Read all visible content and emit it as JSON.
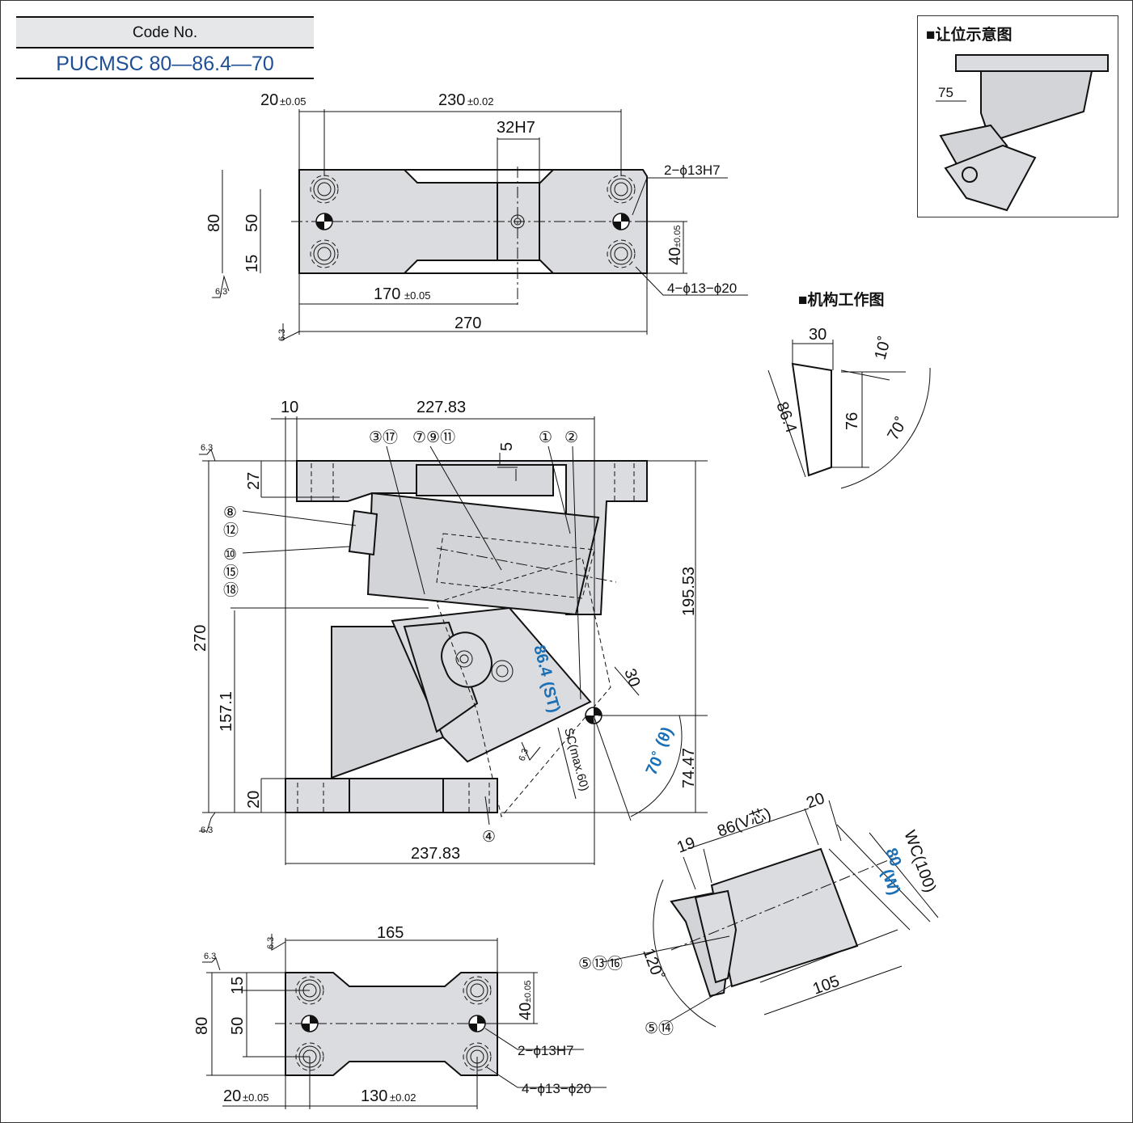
{
  "code_box": {
    "header": "Code No.",
    "value": "PUCMSC 80—86.4—70"
  },
  "relief_view": {
    "title": "■让位示意图",
    "dim": "75"
  },
  "mechanism": {
    "title": "■机构工作图",
    "d30": "30",
    "d10": "10˚",
    "d864": "86.4",
    "d76": "76",
    "d70": "70˚"
  },
  "top_plate": {
    "d20": "20",
    "tol20": "±0.05",
    "d230": "230",
    "tol230": "±0.02",
    "d32": "32H7",
    "d80": "80",
    "d50": "50",
    "d15": "15",
    "d170": "170",
    "tol170": "±0.05",
    "d270": "270",
    "d40": "40",
    "tol40": "±0.05",
    "hole1": "2−ϕ13H7",
    "hole2": "4−ϕ13−ϕ20",
    "rough": "6.3"
  },
  "front_view": {
    "d10": "10",
    "d22783": "227.83",
    "d5": "5",
    "d27": "27",
    "d270": "270",
    "d1571": "157.1",
    "d20": "20",
    "d19553": "195.53",
    "d7447": "74.47",
    "d23783": "237.83",
    "d30": "30",
    "stroke": "86.4",
    "stroke_unit": "(ST)",
    "angle": "70˚",
    "angle_sym": "(θ)",
    "sc": "SC(max.60)",
    "rough": "6.3",
    "c1": "①",
    "c2": "②",
    "c317": "③⑰",
    "c7911": "⑦⑨⑪",
    "c8": "⑧",
    "c12": "⑫",
    "c10": "⑩",
    "c15": "⑮",
    "c18": "⑱",
    "c4": "④"
  },
  "cam_view": {
    "d19": "19",
    "d86": "86(V芯)",
    "d20": "20",
    "wc": "WC(100)",
    "w80": "80",
    "w_unit": "(W)",
    "d105": "105",
    "d120": "120˚",
    "c61316": "⑤⑬⑯",
    "c514": "⑤⑭"
  },
  "bottom_plate": {
    "d165": "165",
    "d15": "15",
    "d80": "80",
    "d50": "50",
    "d40": "40",
    "tol40": "±0.05",
    "d20": "20",
    "tol20": "±0.05",
    "d130": "130",
    "tol130": "±0.02",
    "hole1": "2−ϕ13H7",
    "hole2": "4−ϕ13−ϕ20",
    "rough": "6.3"
  }
}
